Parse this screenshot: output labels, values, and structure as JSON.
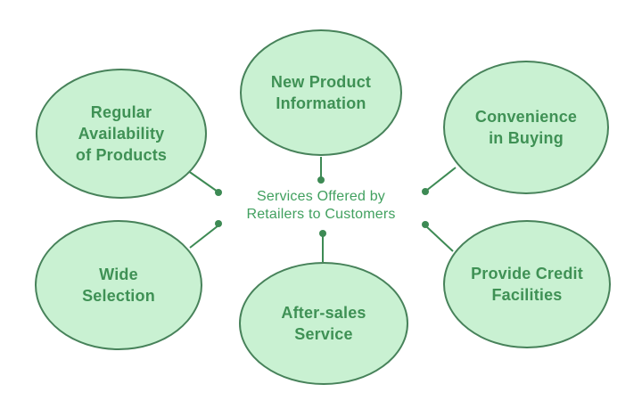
{
  "diagram": {
    "center_label": {
      "full_text": "Services Offered by Retailers to Customers",
      "line1": "Services Offered by",
      "line2": "Retailers to Customers"
    },
    "nodes": {
      "top_left": {
        "label": "Regular Availability of Products",
        "lines": [
          "Regular",
          "Availability",
          "of Products"
        ]
      },
      "top_center": {
        "label": "New Product Information",
        "lines": [
          "New Product",
          "Information"
        ]
      },
      "top_right": {
        "label": "Convenience in Buying",
        "lines": [
          "Convenience",
          "in Buying"
        ]
      },
      "bottom_left": {
        "label": "Wide Selection",
        "lines": [
          "Wide",
          "Selection"
        ]
      },
      "bottom_center": {
        "label": "After-sales Service",
        "lines": [
          "After-sales",
          "Service"
        ]
      },
      "bottom_right": {
        "label": "Provide Credit Facilities",
        "lines": [
          "Provide Credit",
          "Facilities"
        ]
      }
    },
    "colors": {
      "background": "#ffffff",
      "ellipse_fill": "#c9f1d2",
      "ellipse_border": "#47825a",
      "node_text": "#3f9155",
      "center_text": "#41a05f",
      "connector": "#3d8a54"
    }
  }
}
